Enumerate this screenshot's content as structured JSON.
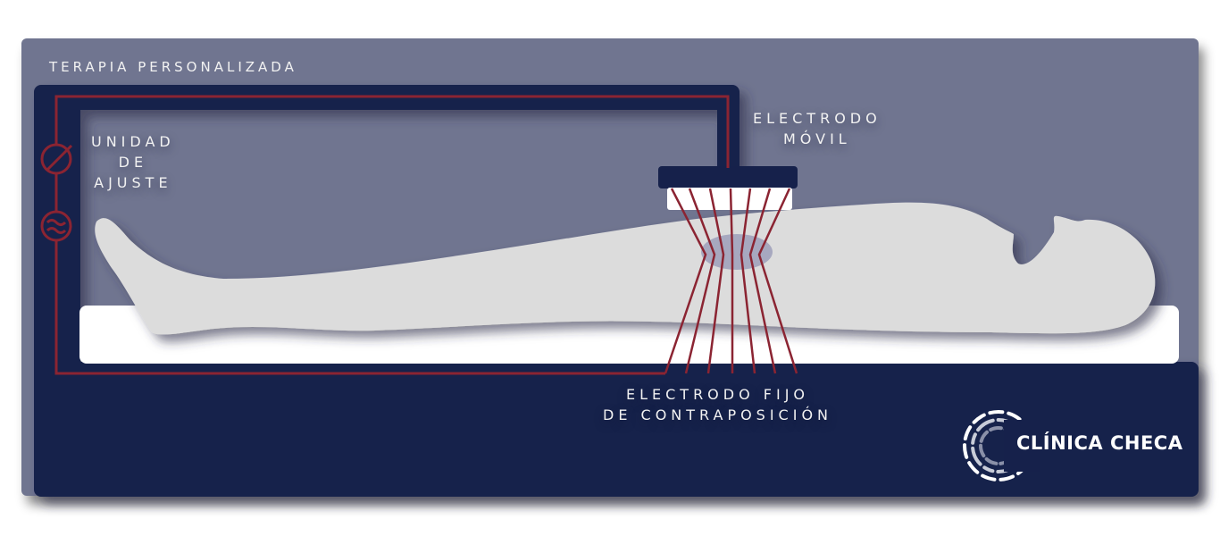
{
  "title": "TERAPIA PERSONALIZADA",
  "labels": {
    "adjust_unit": [
      "UNIDAD",
      "DE",
      "AJUSTE"
    ],
    "mobile_electrode": [
      "ELECTRODO",
      "MÓVIL"
    ],
    "fixed_electrode": [
      "ELECTRODO FIJO",
      "DE CONTRAPOSICIÓN"
    ]
  },
  "logo": {
    "text": "CLÍNICA CHECA"
  },
  "icons": [
    "variable-resistor-icon",
    "ac-source-icon"
  ],
  "colors": {
    "background": "#6f7590",
    "frame": "#16214b",
    "wire": "#8b2432",
    "body": "#dcdcdc",
    "mattress": "#ffffff",
    "treatment_zone": "#9a9bb8"
  }
}
